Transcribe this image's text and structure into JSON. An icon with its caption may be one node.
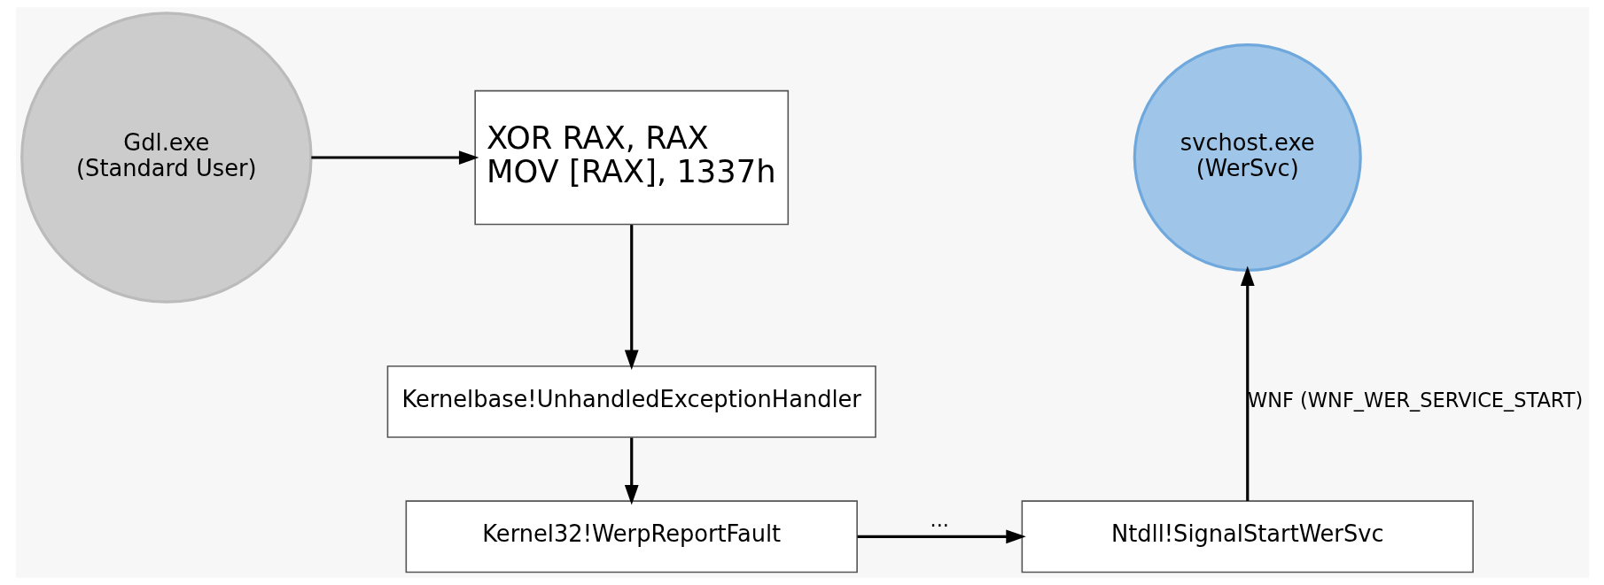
{
  "diagram": {
    "nodes": [
      {
        "text": [
          "Gdl.exe",
          "(Standard User)"
        ]
      },
      {
        "text": [
          "XOR RAX, RAX",
          "MOV [RAX], 1337h"
        ]
      },
      {
        "text": [
          "svchost.exe",
          "(WerSvc)"
        ]
      },
      {
        "text": [
          "Kernelbase!UnhandledExceptionHandler"
        ]
      },
      {
        "text": [
          "Kernel32!WerpReportFault"
        ]
      },
      {
        "text": [
          "Ntdll!SignalStartWerSvc"
        ]
      }
    ],
    "edges": [
      {
        "from": 0,
        "to": 1,
        "arrow": "to"
      },
      {
        "from": 1,
        "to": 3,
        "arrow": "to"
      },
      {
        "from": 3,
        "to": 4,
        "arrow": "to"
      },
      {
        "from": 4,
        "to": 5,
        "arrow": "to",
        "label": "..."
      },
      {
        "from": 5,
        "to": 2,
        "arrow": "to",
        "label": "WNF (WNF_WER_SERVICE_START)"
      }
    ]
  }
}
